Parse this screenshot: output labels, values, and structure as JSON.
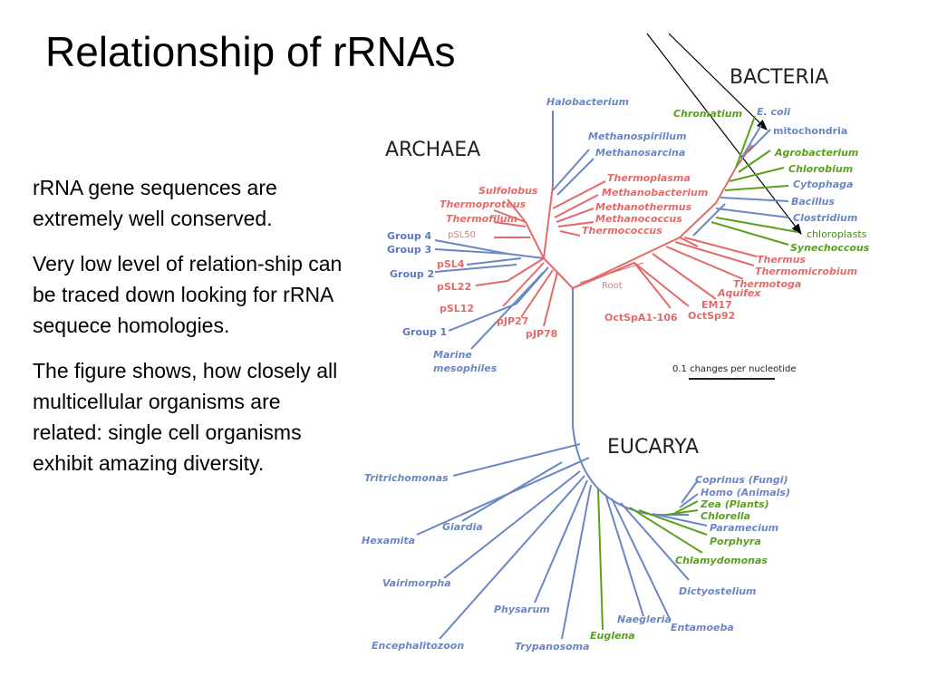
{
  "title": "Relationship of rRNAs",
  "paragraphs": [
    "rRNA gene sequences are extremely well conserved.",
    "Very low level of relation-ship can be traced down looking for rRNA sequece homologies.",
    "The figure shows, how closely all multicellular organisms are related: single cell organisms exhibit amazing diversity."
  ],
  "diagram": {
    "domains": {
      "bacteria": "BACTERIA",
      "archaea": "ARCHAEA",
      "eucarya": "EUCARYA"
    },
    "root_label": "Root",
    "scale_label": "0.1 changes per nucleotide",
    "bacteria": {
      "chromatium": "Chromatium",
      "ecoli": "E. coli",
      "mitochondria": "mitochondria",
      "agrobacterium": "Agrobacterium",
      "chlorobium": "Chlorobium",
      "cytophaga": "Cytophaga",
      "bacillus": "Bacillus",
      "clostridium": "Clostridium",
      "chloroplasts": "chloroplasts",
      "synechococcus": "Synechoccous",
      "thermus": "Thermus",
      "thermomicrobium": "Thermomicrobium",
      "thermotoga": "Thermotoga",
      "aquifex": "Aquifex",
      "em17": "EM17",
      "octsp92": "OctSp92",
      "octspa1": "OctSpA1-106"
    },
    "archaea": {
      "halobacterium": "Halobacterium",
      "methanospirillum": "Methanospirillum",
      "methanosarcina": "Methanosarcina",
      "thermoplasma": "Thermoplasma",
      "methanobacterium": "Methanobacterium",
      "methanothermus": "Methanothermus",
      "methanococcus": "Methanococcus",
      "thermococcus": "Thermococcus",
      "sulfolobus": "Sulfolobus",
      "thermoproteus": "Thermoproteus",
      "thermofilum": "Thermofilum",
      "psl50": "pSL50",
      "group4": "Group 4",
      "group3": "Group 3",
      "psl4": "pSL4",
      "group2": "Group 2",
      "psl22": "pSL22",
      "psl12": "pSL12",
      "group1": "Group 1",
      "pjp27": "pJP27",
      "pjp78": "pJP78",
      "marine": "Marine",
      "mesophiles": "mesophiles"
    },
    "eucarya": {
      "tritrichomonas": "Tritrichomonas",
      "hexamita": "Hexamita",
      "giardia": "Giardia",
      "vairimorpha": "Vairimorpha",
      "encephalitozoon": "Encephalitozoon",
      "physarum": "Physarum",
      "trypanosoma": "Trypanosoma",
      "euglena": "Euglena",
      "naegleria": "Naegleria",
      "entamoeba": "Entamoeba",
      "dictyostelium": "Dictyostelium",
      "chlamydomonas": "Chlamydomonas",
      "porphyra": "Porphyra",
      "paramecium": "Paramecium",
      "chlorella": "Chlorella",
      "zea": "Zea (Plants)",
      "homo": "Homo (Animals)",
      "coprinus": "Coprinus (Fungi)"
    },
    "colors": {
      "blue": "#6b86c4",
      "red": "#e46a6a",
      "green": "#5aa01e",
      "arrow": "#000000"
    }
  }
}
